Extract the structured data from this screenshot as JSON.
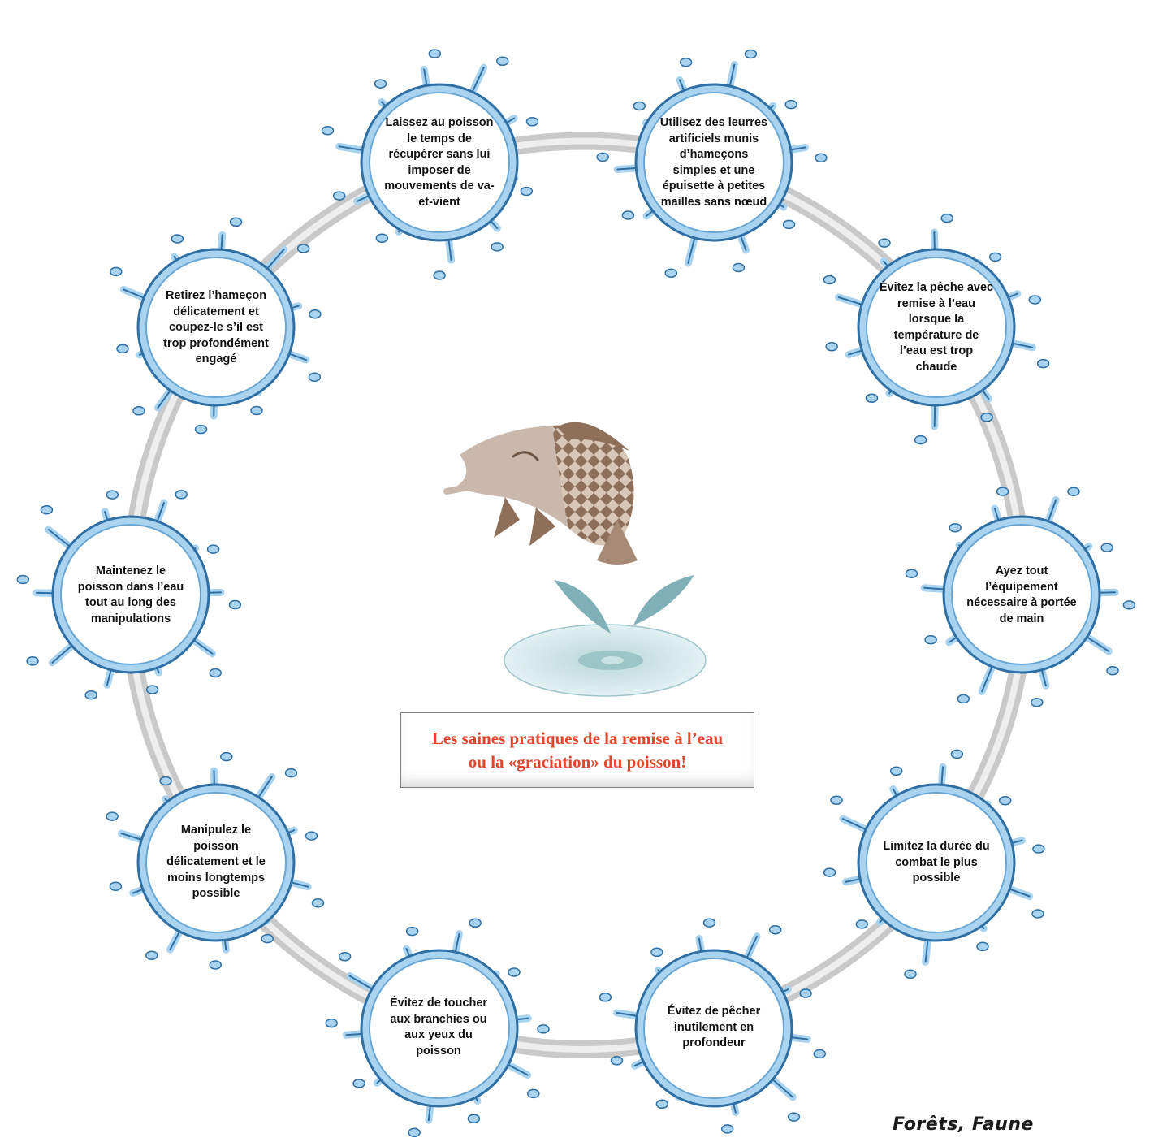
{
  "title": {
    "line1": "Les saines pratiques de la remise à l’eau",
    "line2": "ou la «graciation» du poisson!"
  },
  "footer": "Forêts, Faune",
  "colors": {
    "splash_fill": "#a9d3ee",
    "splash_edge": "#2f6fa3",
    "arrow": "#c9c9c9",
    "title_text": "#e2452a",
    "fish_body": "#c9b8ab",
    "fish_pattern": "#8a6b56",
    "pond": "#cfe6e6"
  },
  "steps": [
    {
      "id": 1,
      "text": "Laissez au poisson\nle temps de\nrécupérer sans lui\nimposer de\nmouvements de va-\net-vient"
    },
    {
      "id": 2,
      "text": "Utilisez des leurres\nartificiels munis\nd’hameçons\nsimples et une\népuisette à petites\nmailles sans nœud"
    },
    {
      "id": 3,
      "text": "Évitez la pêche avec\nremise à l’eau\nlorsque la\ntempérature de\nl’eau est trop\nchaude"
    },
    {
      "id": 4,
      "text": "Ayez tout\nl’équipement\nnécessaire à portée\nde main"
    },
    {
      "id": 5,
      "text": "Limitez la durée du\ncombat le plus\npossible"
    },
    {
      "id": 6,
      "text": "Évitez de pêcher\ninutilement en\nprofondeur"
    },
    {
      "id": 7,
      "text": "Évitez de toucher\naux branchies ou\naux yeux du\npoisson"
    },
    {
      "id": 8,
      "text": "Manipulez le\npoisson\ndélicatement et le\nmoins longtemps\npossible"
    },
    {
      "id": 9,
      "text": "Maintenez le\npoisson dans l’eau\ntout au long des\nmanipulations"
    },
    {
      "id": 10,
      "text": "Retirez l’hameçon\ndélicatement et\ncoupez-le s’il est\ntrop profondément\nengagé"
    }
  ],
  "icons": {
    "center": "leaping-fish-icon",
    "splash": "water-splash-icon",
    "arrow": "cycle-arrow"
  }
}
